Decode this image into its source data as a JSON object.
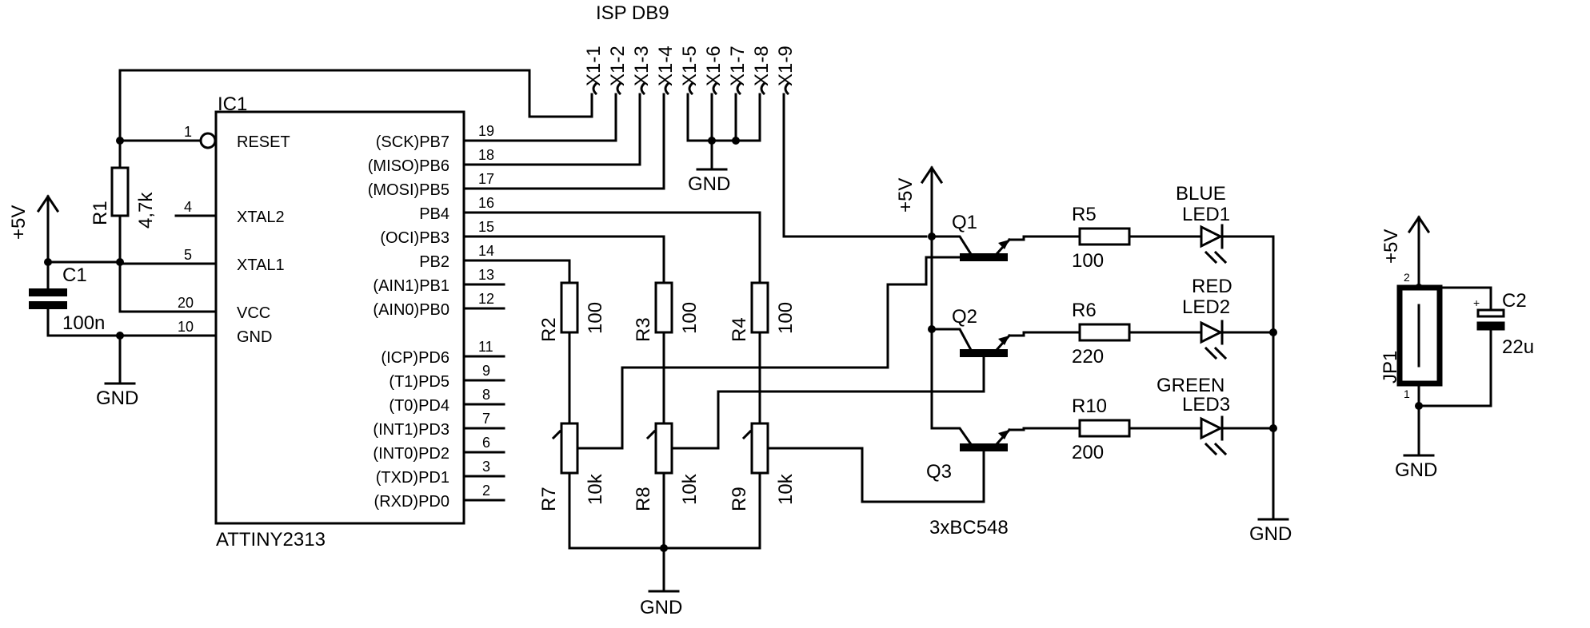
{
  "ic": {
    "ref": "IC1",
    "part": "ATTINY2313"
  },
  "ic_left_pins": [
    {
      "num": "1",
      "name": "RESET"
    },
    {
      "num": "4",
      "name": "XTAL2"
    },
    {
      "num": "5",
      "name": "XTAL1"
    },
    {
      "num": "20",
      "name": "VCC"
    },
    {
      "num": "10",
      "name": "GND"
    }
  ],
  "ic_right_pins": [
    {
      "num": "19",
      "name": "(SCK)PB7"
    },
    {
      "num": "18",
      "name": "(MISO)PB6"
    },
    {
      "num": "17",
      "name": "(MOSI)PB5"
    },
    {
      "num": "16",
      "name": "PB4"
    },
    {
      "num": "15",
      "name": "(OCI)PB3"
    },
    {
      "num": "14",
      "name": "PB2"
    },
    {
      "num": "13",
      "name": "(AIN1)PB1"
    },
    {
      "num": "12",
      "name": "(AIN0)PB0"
    },
    {
      "num": "11",
      "name": "(ICP)PD6"
    },
    {
      "num": "9",
      "name": "(T1)PD5"
    },
    {
      "num": "8",
      "name": "(T0)PD4"
    },
    {
      "num": "7",
      "name": "(INT1)PD3"
    },
    {
      "num": "6",
      "name": "(INT0)PD2"
    },
    {
      "num": "3",
      "name": "(TXD)PD1"
    },
    {
      "num": "2",
      "name": "(RXD)PD0"
    }
  ],
  "connector": {
    "title": "ISP DB9",
    "pins": [
      "X1-1",
      "X1-2",
      "X1-3",
      "X1-4",
      "X1-5",
      "X1-6",
      "X1-7",
      "X1-8",
      "X1-9"
    ]
  },
  "labels": {
    "vcc": "+5V",
    "gnd": "GND",
    "transistors": "3xBC548",
    "pin_2": "2",
    "pin_1": "1",
    "plus": "+"
  },
  "parts": {
    "R1": {
      "ref": "R1",
      "value": "4,7k"
    },
    "C1": {
      "ref": "C1",
      "value": "100n"
    },
    "R2": {
      "ref": "R2",
      "value": "100"
    },
    "R3": {
      "ref": "R3",
      "value": "100"
    },
    "R4": {
      "ref": "R4",
      "value": "100"
    },
    "R7": {
      "ref": "R7",
      "value": "10k"
    },
    "R8": {
      "ref": "R8",
      "value": "10k"
    },
    "R9": {
      "ref": "R9",
      "value": "10k"
    },
    "Q1": {
      "ref": "Q1"
    },
    "Q2": {
      "ref": "Q2"
    },
    "Q3": {
      "ref": "Q3"
    },
    "R5": {
      "ref": "R5",
      "value": "100"
    },
    "R6": {
      "ref": "R6",
      "value": "220"
    },
    "R10": {
      "ref": "R10",
      "value": "200"
    },
    "LED1": {
      "ref": "LED1",
      "color": "BLUE"
    },
    "LED2": {
      "ref": "LED2",
      "color": "RED"
    },
    "LED3": {
      "ref": "LED3",
      "color": "GREEN"
    },
    "JP1": {
      "ref": "JP1"
    },
    "C2": {
      "ref": "C2",
      "value": "22u"
    }
  }
}
